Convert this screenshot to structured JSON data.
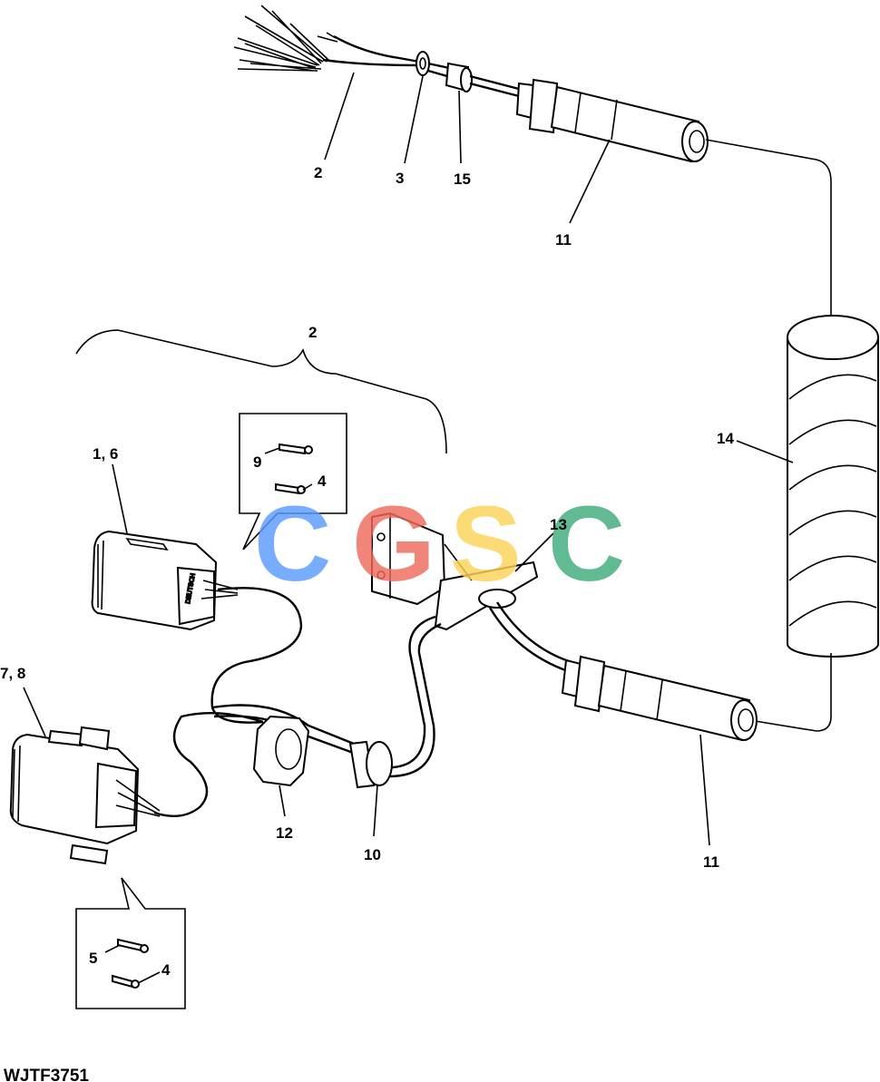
{
  "figure_id": "WJTF3751",
  "watermark": {
    "letters": [
      "C",
      "G",
      "S",
      "C"
    ],
    "colors": [
      "#5b9bff",
      "#ef6b5e",
      "#fcd45a",
      "#3fac7b"
    ]
  },
  "callouts": {
    "c2_top": "2",
    "c3": "3",
    "c15": "15",
    "c11_top": "11",
    "c2_bracket": "2",
    "c14": "14",
    "c1_6": "1, 6",
    "c9": "9",
    "c4_upper": "4",
    "c13": "13",
    "c7_8": "7, 8",
    "c12": "12",
    "c10": "10",
    "c11_bottom": "11",
    "c5": "5",
    "c4_lower": "4"
  }
}
